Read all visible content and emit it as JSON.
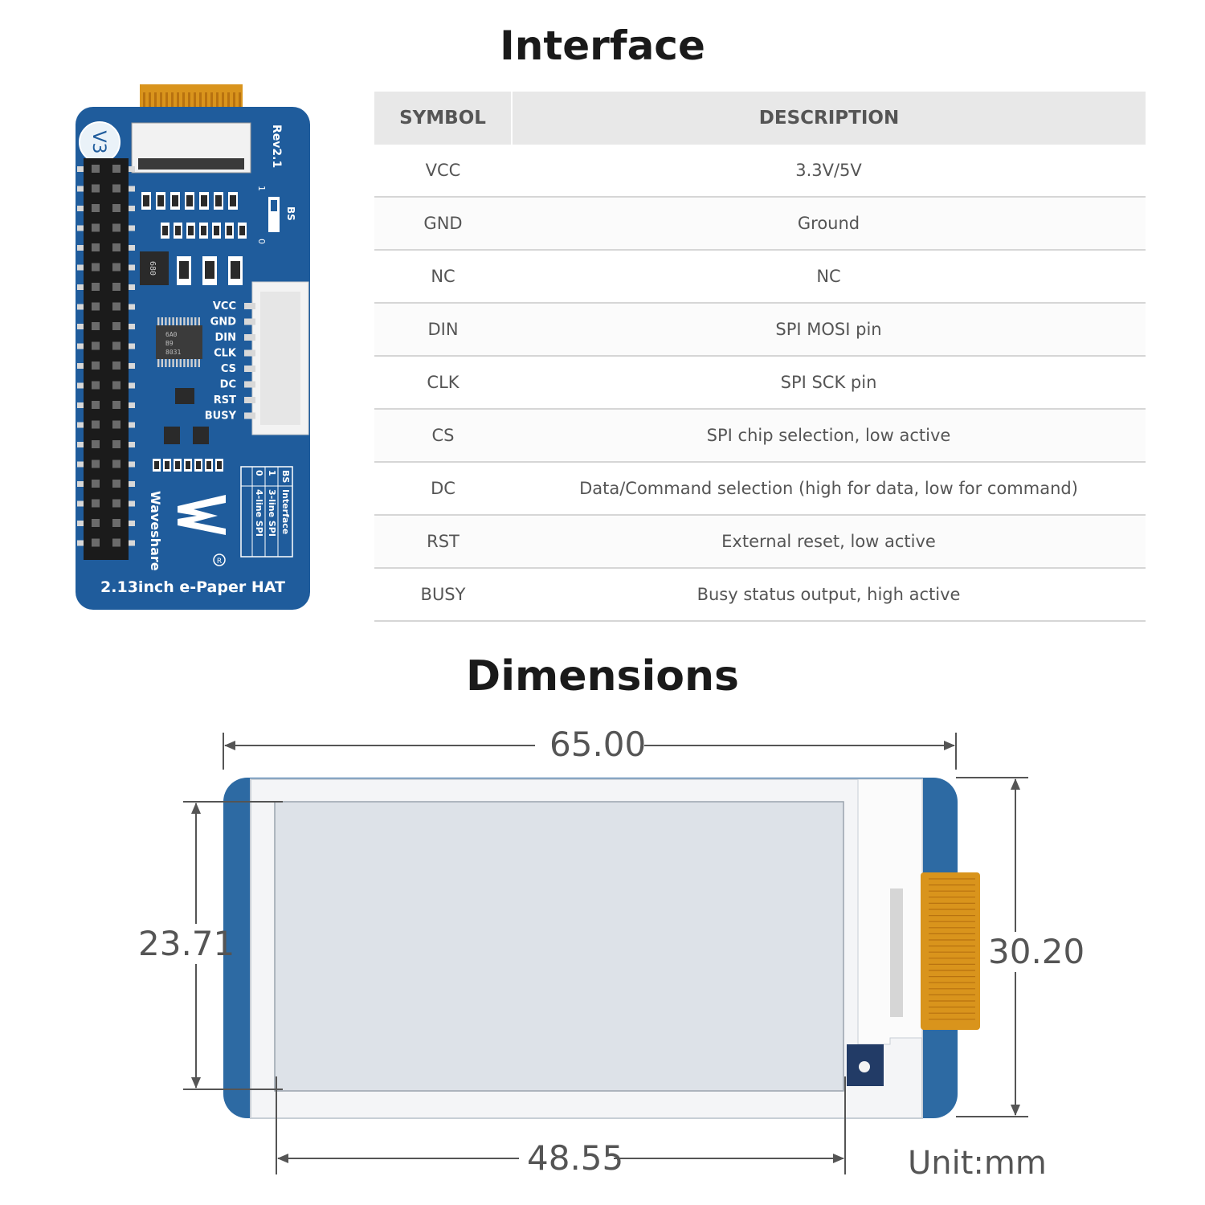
{
  "interface": {
    "title": "Interface",
    "headers": {
      "symbol": "SYMBOL",
      "description": "DESCRIPTION"
    },
    "rows": [
      {
        "symbol": "VCC",
        "description": "3.3V/5V"
      },
      {
        "symbol": "GND",
        "description": "Ground"
      },
      {
        "symbol": "NC",
        "description": "NC"
      },
      {
        "symbol": "DIN",
        "description": "SPI MOSI pin"
      },
      {
        "symbol": "CLK",
        "description": "SPI SCK pin"
      },
      {
        "symbol": "CS",
        "description": "SPI chip selection, low active"
      },
      {
        "symbol": "DC",
        "description": "Data/Command selection (high for data, low for command)"
      },
      {
        "symbol": "RST",
        "description": "External reset, low active"
      },
      {
        "symbol": "BUSY",
        "description": "Busy status output, high active"
      }
    ]
  },
  "board": {
    "name": "2.13inch e-Paper HAT",
    "brand": "Waveshare",
    "revision": "Rev2.1",
    "version_badge": "V3",
    "bs_label": "BS",
    "bs_one": "1",
    "bs_zero": "0",
    "pin_labels": [
      "VCC",
      "GND",
      "DIN",
      "CLK",
      "CS",
      "DC",
      "RST",
      "BUSY"
    ],
    "bs_table": {
      "header": [
        "BS",
        "Interface"
      ],
      "rows": [
        [
          "1",
          "3-line SPI"
        ],
        [
          "0",
          "4-line SPI"
        ]
      ]
    },
    "chip_text": [
      "6A0",
      "B9",
      "8031"
    ],
    "colors": {
      "pcb": "#1f5c9c",
      "pcb_edge": "#17497f",
      "header": "#1b1b1b",
      "silkscreen": "#ffffff"
    }
  },
  "dimensions": {
    "title": "Dimensions",
    "width": "65.00",
    "active_height": "23.71",
    "height": "30.20",
    "active_width": "48.55",
    "unit": "Unit:mm"
  }
}
